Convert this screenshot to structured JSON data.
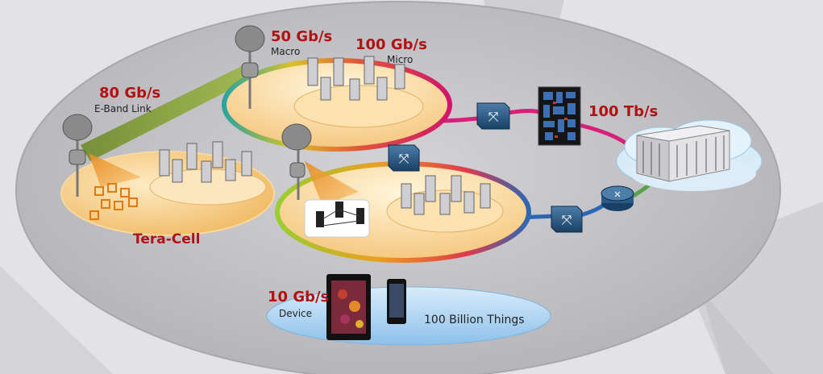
{
  "labels": {
    "macro_rate": "50 Gb/s",
    "macro": "Macro",
    "micro_rate": "100 Gb/s",
    "micro": "Micro",
    "eband_rate": "80 Gb/s",
    "eband": "E-Band Link",
    "backbone_rate": "100 Tb/s",
    "teracell": "Tera-Cell",
    "device_rate": "10 Gb/s",
    "device": "Device",
    "things": "100 Billion Things"
  },
  "colors": {
    "rate_text": "#b01212",
    "ellipse_fill": "#c4c3c7",
    "cell_fill": "#f8d79a",
    "device_zone": "#a9d0ef",
    "cloud": "#d8ecf8"
  },
  "icons": [
    "macro-antenna-icon",
    "micro-antenna-icon",
    "switch-icon",
    "router-icon",
    "server-icon",
    "chip-icon",
    "tablet-icon",
    "phone-icon",
    "iot-chip-icon"
  ]
}
